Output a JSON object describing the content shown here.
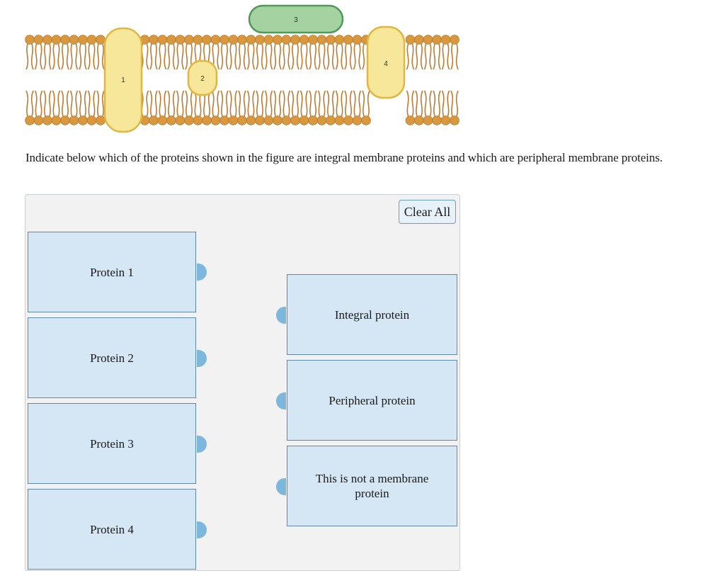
{
  "figure": {
    "protein_labels": [
      "1",
      "2",
      "3",
      "4"
    ],
    "colors": {
      "head": "#d9973e",
      "tail": "#c07a32",
      "integral_protein": "#f7e79b",
      "peripheral_protein": "#a4d2a1"
    }
  },
  "question": "Indicate below which of the proteins shown in the figure are integral membrane proteins and which are peripheral membrane proteins.",
  "panel": {
    "clear_all_label": "Clear All",
    "items": [
      {
        "label": "Protein 1"
      },
      {
        "label": "Protein 2"
      },
      {
        "label": "Protein 3"
      },
      {
        "label": "Protein 4"
      }
    ],
    "targets": [
      {
        "label": "Integral protein"
      },
      {
        "label": "Peripheral protein"
      },
      {
        "label": "This is not a membrane protein"
      }
    ]
  }
}
